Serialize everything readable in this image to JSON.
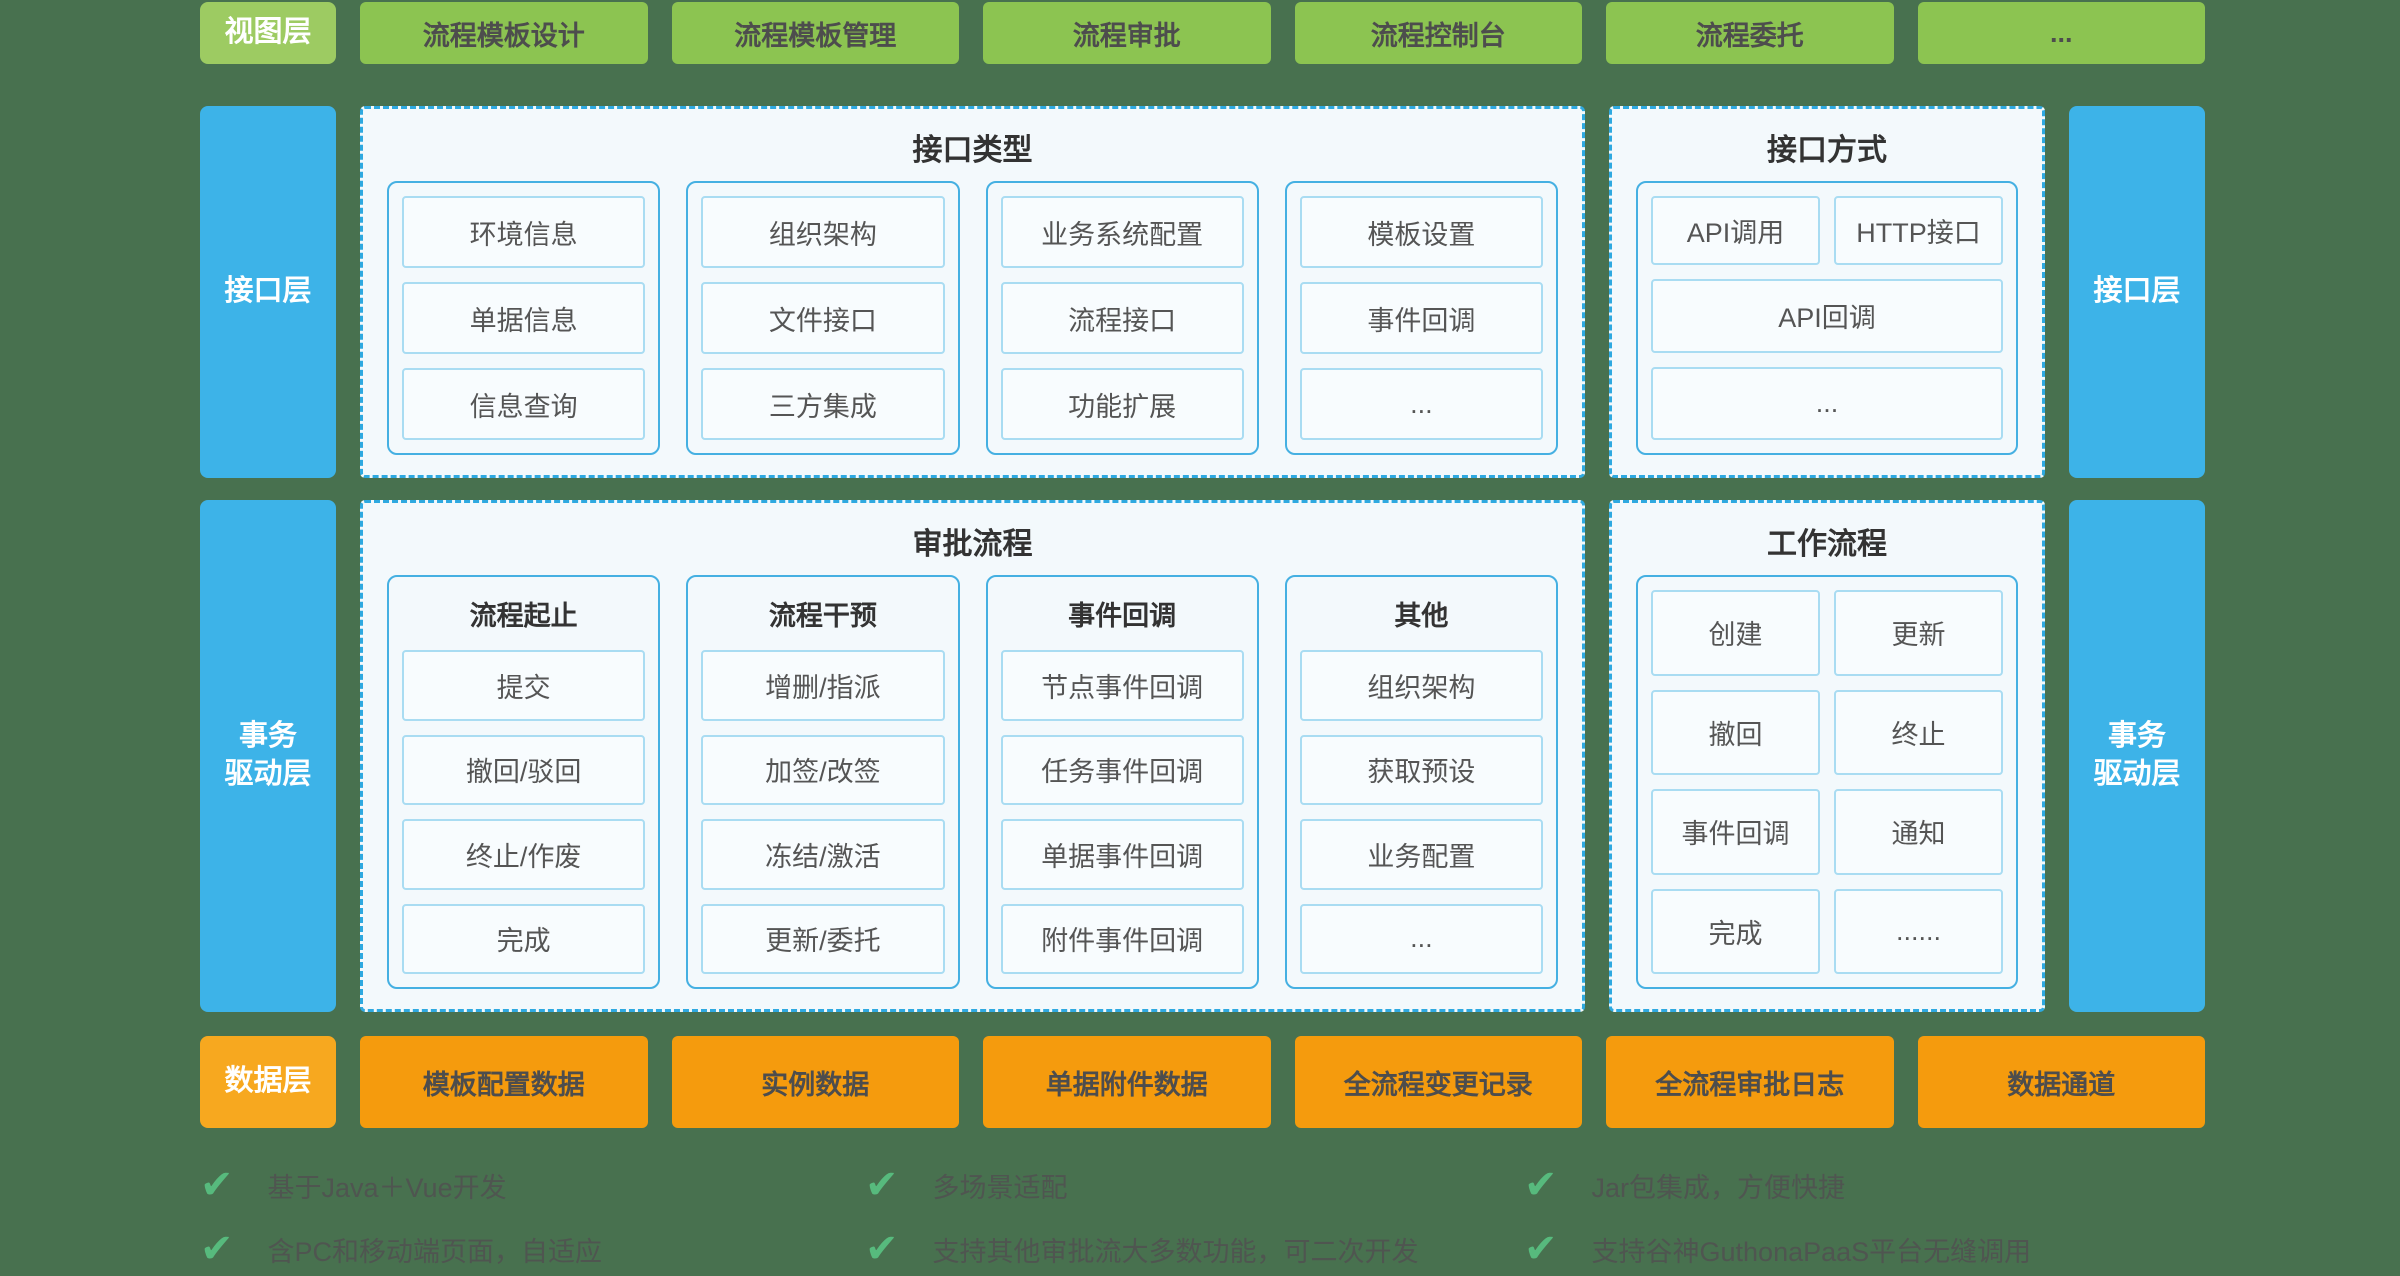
{
  "colors": {
    "background": "#48714F",
    "green_label": "#9DCB62",
    "green_box": "#8CC451",
    "blue": "#3DB3E8",
    "dashed_border": "#2EA9E0",
    "panel_bg": "#F3F9FC",
    "subcol_border": "#45B0E2",
    "item_border": "#A9DCF2",
    "orange_label": "#F7A81F",
    "orange_box": "#F59B0D",
    "check_green": "#57BA7D"
  },
  "view_layer": {
    "label": "视图层",
    "items": [
      "流程模板设计",
      "流程模板管理",
      "流程审批",
      "流程控制台",
      "流程委托",
      "..."
    ]
  },
  "interface_layer": {
    "label": "接口层",
    "interface_types": {
      "title": "接口类型",
      "columns": [
        [
          "环境信息",
          "单据信息",
          "信息查询"
        ],
        [
          "组织架构",
          "文件接口",
          "三方集成"
        ],
        [
          "业务系统配置",
          "流程接口",
          "功能扩展"
        ],
        [
          "模板设置",
          "事件回调",
          "..."
        ]
      ]
    },
    "interface_methods": {
      "title": "接口方式",
      "row1": [
        "API调用",
        "HTTP接口"
      ],
      "rows": [
        "API回调",
        "..."
      ]
    }
  },
  "transaction_layer": {
    "label_line1": "事务",
    "label_line2": "驱动层",
    "approval_flow": {
      "title": "审批流程",
      "columns": [
        {
          "title": "流程起止",
          "items": [
            "提交",
            "撤回/驳回",
            "终止/作废",
            "完成"
          ]
        },
        {
          "title": "流程干预",
          "items": [
            "增删/指派",
            "加签/改签",
            "冻结/激活",
            "更新/委托"
          ]
        },
        {
          "title": "事件回调",
          "items": [
            "节点事件回调",
            "任务事件回调",
            "单据事件回调",
            "附件事件回调"
          ]
        },
        {
          "title": "其他",
          "items": [
            "组织架构",
            "获取预设",
            "业务配置",
            "..."
          ]
        }
      ]
    },
    "work_flow": {
      "title": "工作流程",
      "items": [
        "创建",
        "更新",
        "撤回",
        "终止",
        "事件回调",
        "通知",
        "完成",
        "......"
      ]
    }
  },
  "data_layer": {
    "label": "数据层",
    "items": [
      "模板配置数据",
      "实例数据",
      "单据附件数据",
      "全流程变更记录",
      "全流程审批日志",
      "数据通道"
    ]
  },
  "features": {
    "check_icon": "✔",
    "columns": [
      [
        "基于Java＋Vue开发",
        "含PC和移动端页面，自适应"
      ],
      [
        "多场景适配",
        "支持其他审批流大多数功能，可二次开发"
      ],
      [
        "Jar包集成，方便快捷",
        "支持谷神GuthonaPaaS平台无缝调用"
      ]
    ]
  }
}
